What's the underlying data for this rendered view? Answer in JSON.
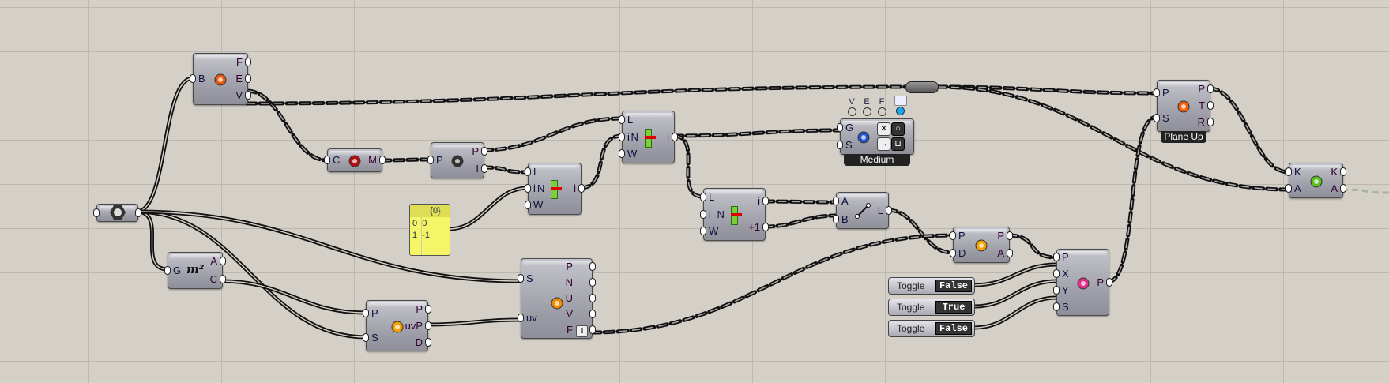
{
  "components": {
    "params": {
      "icon": "brep-param-icon",
      "inputs": [],
      "outputs": []
    },
    "brep": {
      "icon": "deconstruct-brep-icon",
      "inputs": [
        "B"
      ],
      "outputs": [
        "F",
        "E",
        "V"
      ]
    },
    "area": {
      "icon": "area-icon",
      "icon_text": "m²",
      "inputs": [
        "G"
      ],
      "outputs": [
        "A",
        "C"
      ]
    },
    "curve": {
      "icon": "curve-param-icon",
      "inputs": [
        "C"
      ],
      "outputs": [
        "M"
      ]
    },
    "divide": {
      "icon": "divide-curve-icon",
      "inputs": [
        "P"
      ],
      "outputs": [
        "P",
        "I"
      ]
    },
    "list1": {
      "icon": "list-item-icon",
      "inputs": [
        "L",
        "i",
        "W"
      ],
      "outputs": [
        "i"
      ],
      "mid": "N"
    },
    "list2": {
      "icon": "list-item-icon",
      "inputs": [
        "L",
        "i",
        "W"
      ],
      "outputs": [
        "i"
      ],
      "mid": "N"
    },
    "list3": {
      "icon": "list-item-icon",
      "inputs": [
        "L",
        "i",
        "W"
      ],
      "outputs": [
        "i",
        "+1"
      ],
      "mid": "N"
    },
    "line": {
      "icon": "line-icon",
      "inputs": [
        "A",
        "B"
      ],
      "outputs": [
        "L"
      ]
    },
    "medium": {
      "icon": "mesh-topology-icon",
      "inputs": [
        "G",
        "S"
      ],
      "outputs": [],
      "label": "Medium",
      "toggles": [
        "V",
        "E",
        "F"
      ]
    },
    "surface": {
      "icon": "evaluate-surface-icon",
      "inputs": [
        "S",
        "uv"
      ],
      "outputs": [
        "P",
        "N",
        "U",
        "V",
        "F"
      ]
    },
    "uvp": {
      "icon": "surface-closest-point-icon",
      "inputs": [
        "P",
        "S"
      ],
      "outputs": [
        "P",
        "uvP",
        "D"
      ]
    },
    "closest": {
      "icon": "closest-point-icon",
      "inputs": [
        "P",
        "D"
      ],
      "outputs": [
        "P",
        "A"
      ]
    },
    "construct": {
      "icon": "construct-point-icon",
      "inputs": [
        "P",
        "X",
        "Y",
        "S"
      ],
      "outputs": [
        "P"
      ]
    },
    "plane": {
      "icon": "plane-up-icon",
      "inputs": [
        "P",
        "S"
      ],
      "outputs": [
        "P",
        "T",
        "R"
      ],
      "label": "Plane Up"
    },
    "sort": {
      "icon": "sort-list-icon",
      "inputs": [
        "K",
        "A"
      ],
      "outputs": [
        "K",
        "A"
      ]
    }
  },
  "panel": {
    "header": "{0}",
    "rows": [
      {
        "index": "0",
        "value": "0"
      },
      {
        "index": "1",
        "value": "-1"
      }
    ]
  },
  "toggles": [
    {
      "label": "Toggle",
      "value": "False"
    },
    {
      "label": "Toggle",
      "value": "True"
    },
    {
      "label": "Toggle",
      "value": "False"
    }
  ]
}
